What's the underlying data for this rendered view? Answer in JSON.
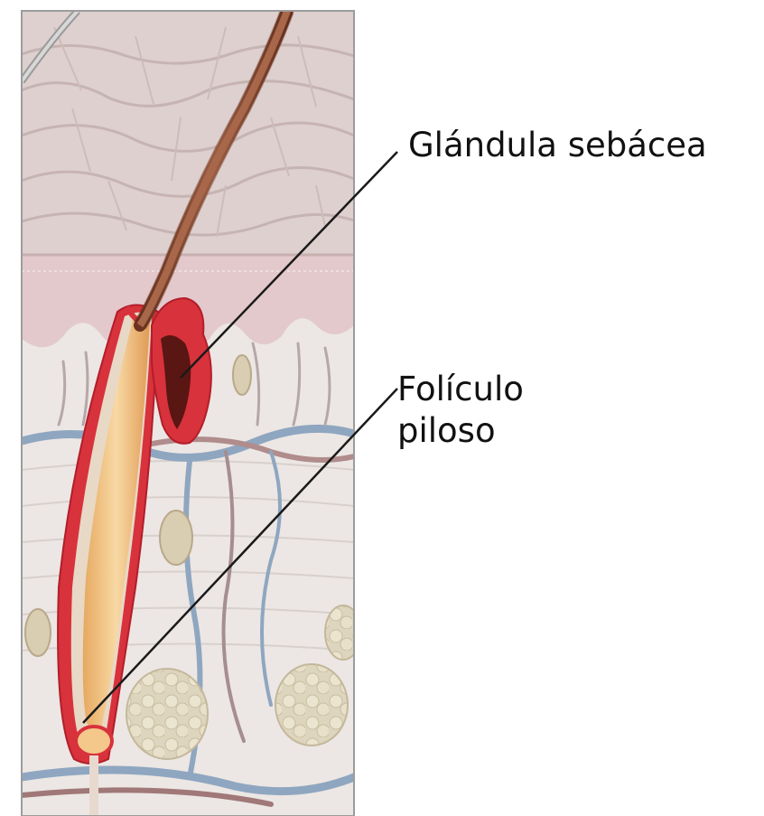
{
  "labels": {
    "sebaceous_gland": "Glándula sebácea",
    "hair_follicle_line1": "Folículo",
    "hair_follicle_line2": "piloso"
  },
  "colors": {
    "epidermis": "#e4d6d6",
    "dermis": "#ece6e4",
    "follicle_red": "#d8323c",
    "hair_shaft": "#8a4a2e",
    "inner_root": "#f0c07a",
    "vein_blue": "#8fa6c0",
    "fat_tan": "#e2dac4",
    "leader_line": "#1a1a1a"
  }
}
